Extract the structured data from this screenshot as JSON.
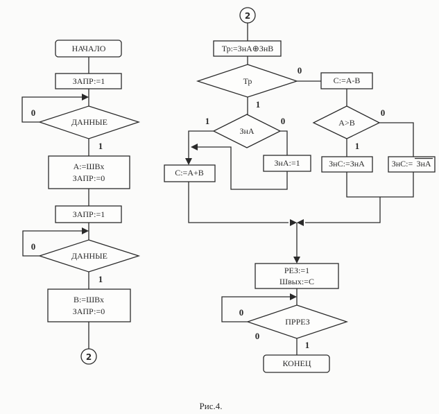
{
  "figure": {
    "caption": "Рис.4.",
    "left_column": {
      "start": "НАЧАЛО",
      "set_req_1": "ЗАПР:=1",
      "decision_1": "ДАННЫЕ",
      "decision_1_no": "0",
      "decision_1_yes": "1",
      "read_a_line1": "A:=ШВх",
      "read_a_line2": "ЗАПР:=0",
      "set_req_2": "ЗАПР:=1",
      "decision_2": "ДАННЫЕ",
      "decision_2_no": "0",
      "decision_2_yes": "1",
      "read_b_line1": "B:=ШВх",
      "read_b_line2": "ЗАПР:=0",
      "connector_out": "2"
    },
    "right_column": {
      "connector_in": "2",
      "xor_sign": "Тр:=ЗнА⊕ЗнВ",
      "decision_tr": "Тр",
      "decision_tr_no": "0",
      "decision_tr_yes": "1",
      "subtract": "C:=A-B",
      "decision_zna": "ЗнА",
      "decision_zna_yes": "1",
      "decision_zna_no": "0",
      "add": "C:=A+B",
      "set_zna": "ЗнА:=1",
      "decision_agtb": "A>B",
      "decision_agtb_no": "0",
      "decision_agtb_yes": "1",
      "sign_c_eq_a": "ЗнС:=ЗнА",
      "sign_c_prefix": "ЗнС:=",
      "sign_c_inv": "ЗнА",
      "result_line1": "РЕЗ:=1",
      "result_line2": "Швых:=C",
      "decision_prrez": "ПРРЕЗ",
      "decision_prrez_no": "0",
      "decision_prrez_no_below": "0",
      "decision_prrez_yes": "1",
      "end": "КОНЕЦ"
    }
  }
}
